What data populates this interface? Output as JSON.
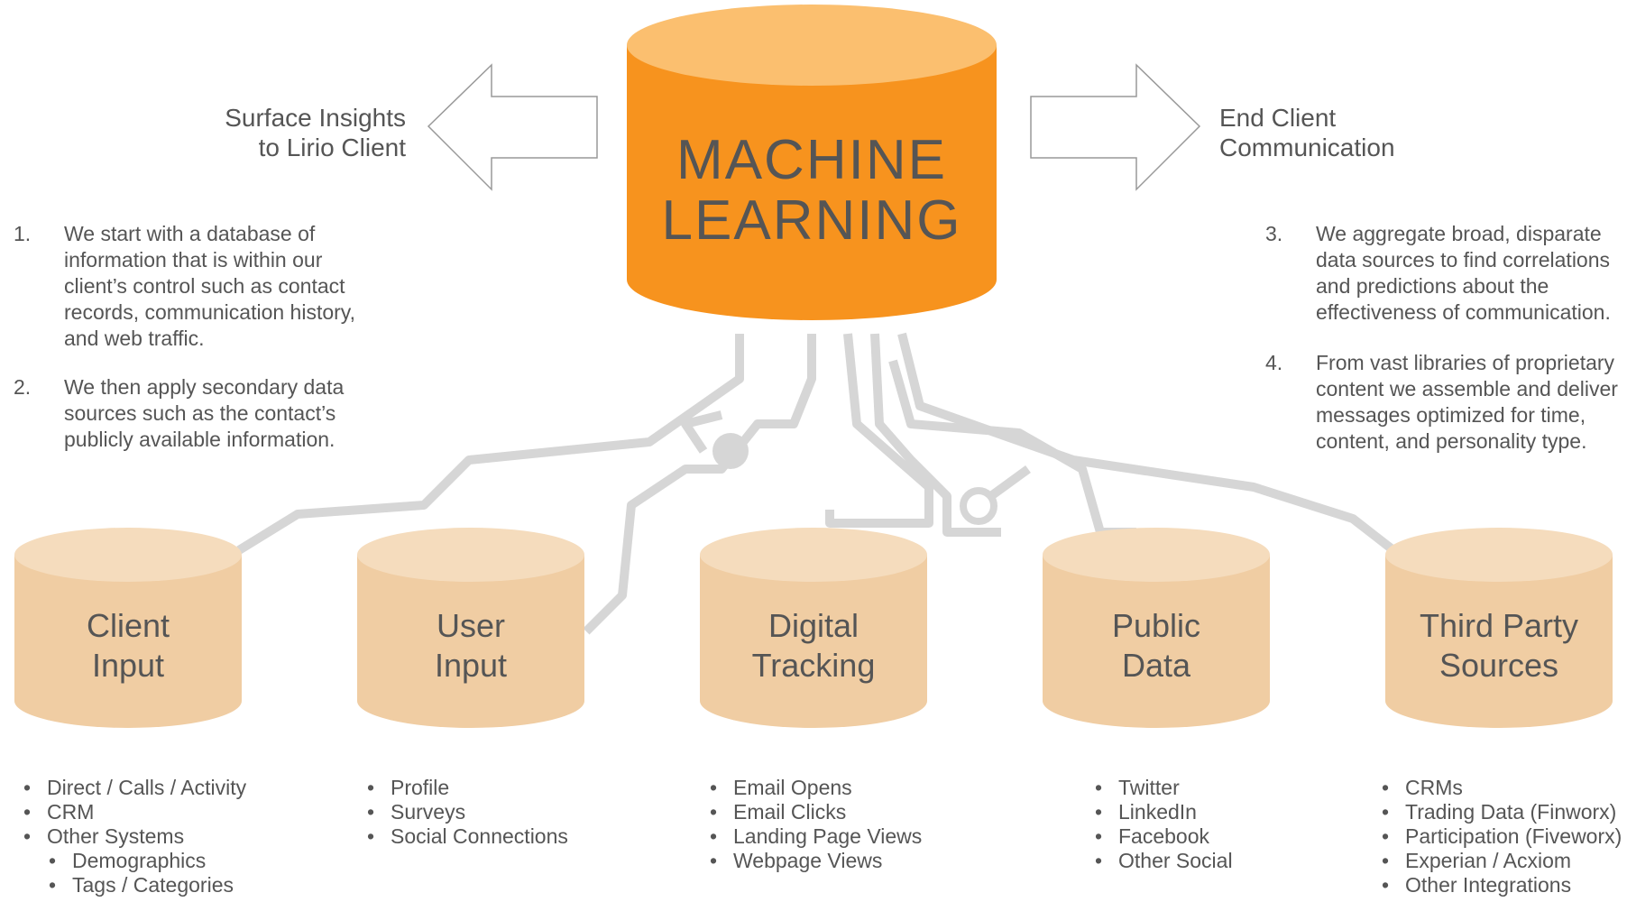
{
  "main": {
    "label_line1": "MACHINE",
    "label_line2": "LEARNING",
    "color": "#f7931e",
    "top_color": "#fbbf6f"
  },
  "arrows": {
    "left": {
      "line1": "Surface Insights",
      "line2": "to Lirio Client"
    },
    "right": {
      "line1": "End Client",
      "line2": "Communication"
    }
  },
  "steps_left": [
    {
      "num": "1.",
      "text": "We start with a database of information that is within our client’s control such as contact records, communication history, and web traffic."
    },
    {
      "num": "2.",
      "text": "We then apply secondary data sources such as the contact’s publicly available information."
    }
  ],
  "steps_right": [
    {
      "num": "3.",
      "text": "We aggregate broad, disparate data sources to find correlations and predictions about the effectiveness of communication."
    },
    {
      "num": "4.",
      "text": "From vast libraries of proprietary content we assemble and deliver messages optimized for time, content, and personality type."
    }
  ],
  "sources": [
    {
      "line1": "Client",
      "line2": "Input",
      "items": [
        {
          "text": "Direct / Calls / Activity"
        },
        {
          "text": "CRM"
        },
        {
          "text": "Other Systems"
        },
        {
          "text": "Demographics",
          "sub": true
        },
        {
          "text": "Tags / Categories",
          "sub": true
        }
      ]
    },
    {
      "line1": "User",
      "line2": "Input",
      "items": [
        {
          "text": "Profile"
        },
        {
          "text": "Surveys"
        },
        {
          "text": "Social Connections"
        }
      ]
    },
    {
      "line1": "Digital",
      "line2": "Tracking",
      "items": [
        {
          "text": "Email Opens"
        },
        {
          "text": "Email Clicks"
        },
        {
          "text": "Landing Page Views"
        },
        {
          "text": "Webpage Views"
        }
      ]
    },
    {
      "line1": "Public",
      "line2": "Data",
      "items": [
        {
          "text": "Twitter"
        },
        {
          "text": "LinkedIn"
        },
        {
          "text": "Facebook"
        },
        {
          "text": "Other Social"
        }
      ]
    },
    {
      "line1": "Third Party",
      "line2": "Sources",
      "items": [
        {
          "text": "CRMs"
        },
        {
          "text": "Trading Data (Finworx)"
        },
        {
          "text": "Participation (Fiveworx)"
        },
        {
          "text": "Experian / Acxiom"
        },
        {
          "text": "Other Integrations"
        }
      ]
    }
  ],
  "colors": {
    "source_fill": "#f0cda3",
    "source_top": "#f5dcbd",
    "connector": "#d6d6d6",
    "text": "#555555"
  }
}
